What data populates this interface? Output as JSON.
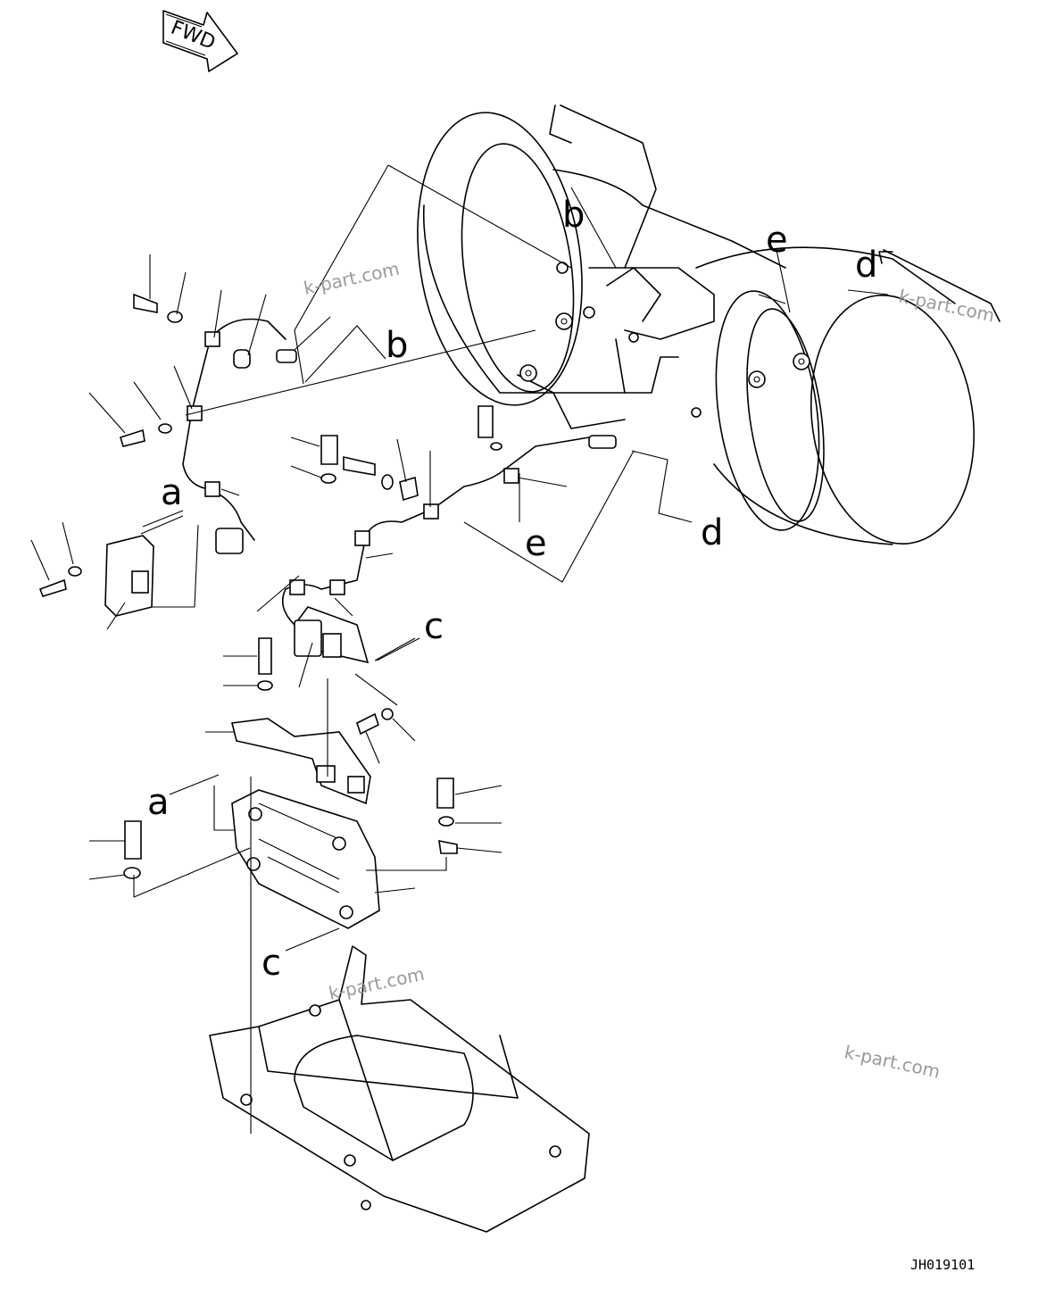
{
  "fwd_arrow": {
    "label": "FWD",
    "icon": "fwd-arrow-icon"
  },
  "reference_labels": {
    "a_upper": "a",
    "a_lower": "a",
    "b_upper": "b",
    "b_lower": "b",
    "c_upper": "c",
    "c_lower": "c",
    "d_upper": "d",
    "d_lower": "d",
    "e_upper": "e",
    "e_lower": "e"
  },
  "watermarks": [
    "k-part.com",
    "k-part.com",
    "k-part.com",
    "k-part.com"
  ],
  "drawing_code": "JH019101",
  "colors": {
    "line": "#000000",
    "watermark": "#9a9a9a",
    "background": "#ffffff"
  }
}
